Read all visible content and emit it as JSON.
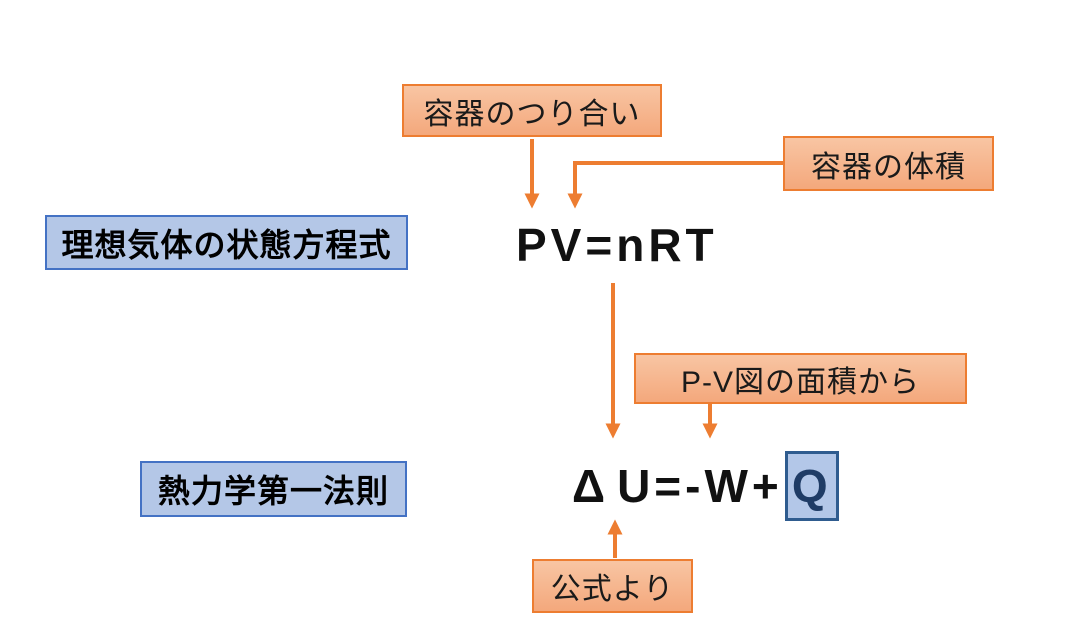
{
  "callouts": {
    "container_balance": "容器のつり合い",
    "container_volume": "容器の体積",
    "pv_diagram_area": "P-V図の面積から",
    "from_formula": "公式より"
  },
  "labels": {
    "ideal_gas_law": "理想気体の状態方程式",
    "first_law_thermodynamics": "熱力学第一法則"
  },
  "formulas": {
    "ideal_gas": "PV=nRT",
    "first_law_delta": "Δ",
    "first_law_body": "U=-W+",
    "first_law_highlight": "Q"
  },
  "colors": {
    "callout_fill": "#F4A87C",
    "callout_border": "#ED7D31",
    "label_fill": "#B4C7E7",
    "label_border": "#4472C4",
    "q_box_fill": "#B3C7E8",
    "q_box_border": "#2F5C8F",
    "q_text": "#1F3C66",
    "arrow": "#ED7D31",
    "formula_text": "#111111",
    "background": "#FFFFFF"
  }
}
